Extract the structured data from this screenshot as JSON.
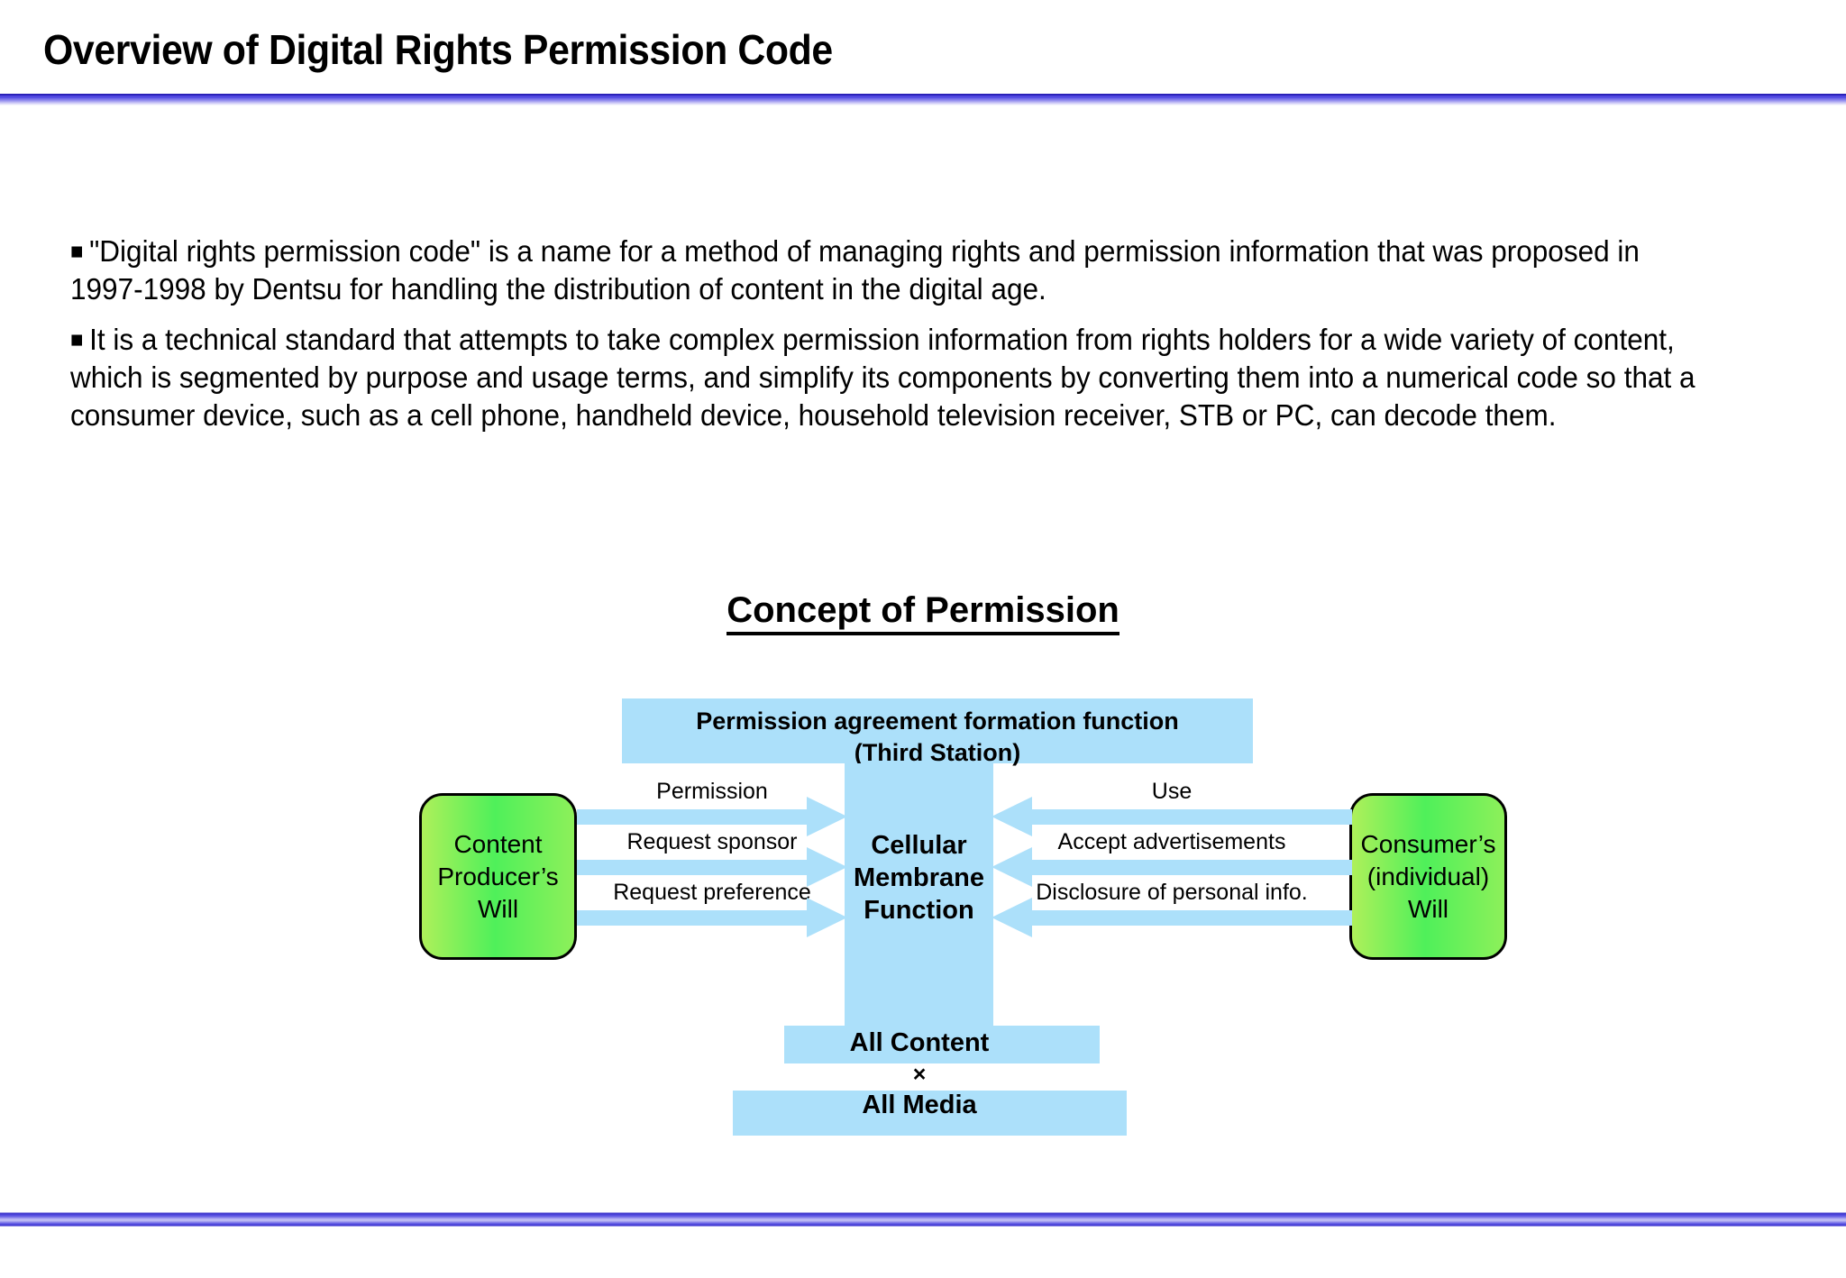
{
  "slide": {
    "title": "Overview of Digital Rights Permission Code"
  },
  "body": {
    "bullet_glyph": "■",
    "paragraphs": [
      "\"Digital rights permission code\" is a name for a method of managing rights and permission information that was proposed in 1997-1998 by Dentsu for handling the distribution of content in the digital age.",
      "It is a technical standard that attempts to take complex permission information from rights holders for a wide variety of content, which is segmented by purpose and usage terms, and simplify its components by converting them into a numerical code so that a consumer device, such as a cell phone, handheld device, household television receiver, STB or PC, can decode them."
    ]
  },
  "diagram": {
    "title": "Concept of Permission",
    "third_station": "Permission agreement formation function\n(Third Station)",
    "third_station_line1": "Permission agreement formation function",
    "third_station_line2": "(Third Station)",
    "center": {
      "line1": "Cellular",
      "line2": "Membrane",
      "line3": "Function"
    },
    "left_actor": {
      "line1": "Content",
      "line2": "Producer’s",
      "line3": "Will"
    },
    "right_actor": {
      "line1": "Consumer’s",
      "line2": "(individual)",
      "line3": "Will"
    },
    "left_flows": [
      {
        "label": "Permission",
        "direction": "right"
      },
      {
        "label": "Request sponsor",
        "direction": "right"
      },
      {
        "label": "Request preference",
        "direction": "right"
      }
    ],
    "right_flows": [
      {
        "label": "Use",
        "direction": "left"
      },
      {
        "label": "Accept advertisements",
        "direction": "left"
      },
      {
        "label": "Disclosure of personal info.",
        "direction": "left"
      }
    ],
    "foundation": {
      "line1": "All Content",
      "operator": "×",
      "line2": "All Media"
    }
  },
  "colors": {
    "flow_blue": "#ace0fa",
    "actor_green_mid": "#4ff05a",
    "actor_green_edge": "#aef05a",
    "rule_purple": "#4f47dd",
    "text": "#000000",
    "background": "#ffffff"
  }
}
